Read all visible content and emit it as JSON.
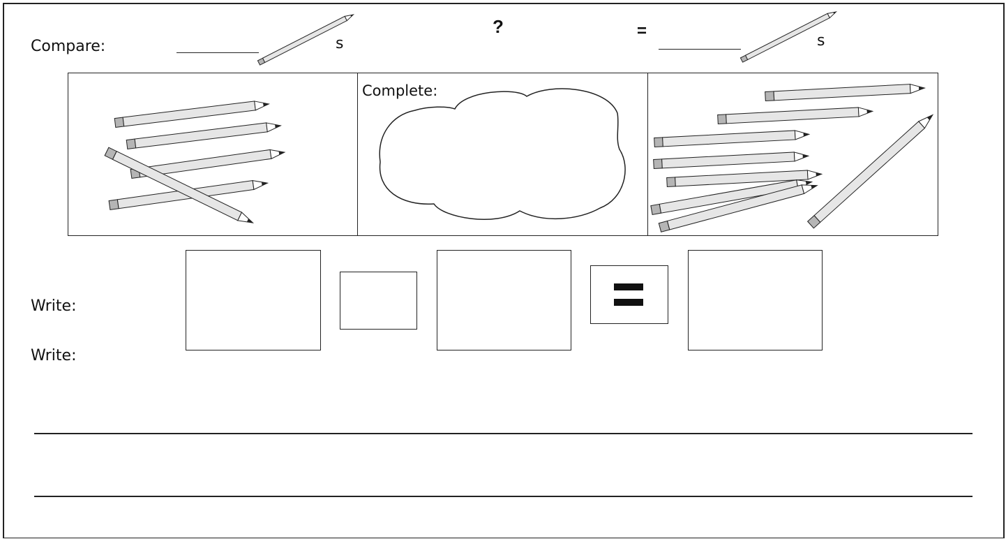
{
  "compare": {
    "label": "Compare:",
    "unit_left": "s",
    "operator_unknown": "?",
    "equals": "=",
    "unit_right": "s"
  },
  "panels": {
    "left_pencil_count": 5,
    "middle_label": "Complete:",
    "right_pencil_count": 8
  },
  "write": {
    "label_1": "Write:",
    "label_2": "Write:",
    "equals_symbol": "="
  },
  "colors": {
    "line": "#222222",
    "pencil_body": "#e6e6e6",
    "pencil_eraser": "#b5b5b5",
    "pencil_tip": "#222222"
  },
  "icons": [
    "pencil-icon",
    "cloud-shape"
  ]
}
